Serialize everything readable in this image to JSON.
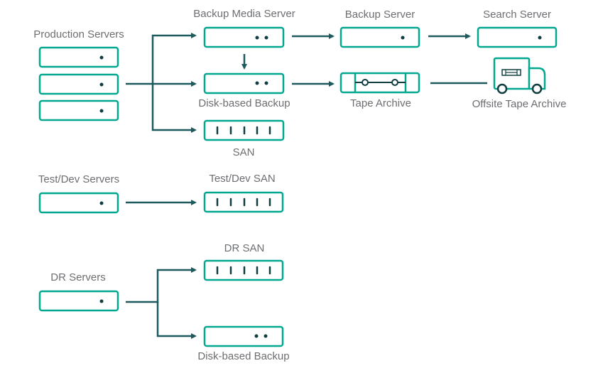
{
  "colors": {
    "teal": "#00a88f",
    "line": "#1d5a5e",
    "dark": "#0f3d40",
    "label": "#6d6e71"
  },
  "labels": {
    "production_servers": "Production Servers",
    "backup_media_server": "Backup Media Server",
    "backup_server": "Backup Server",
    "search_server": "Search Server",
    "disk_backup_top": "Disk-based Backup",
    "tape_archive": "Tape Archive",
    "offsite_tape_archive": "Offsite Tape Archive",
    "san": "SAN",
    "test_dev_servers": "Test/Dev Servers",
    "test_dev_san": "Test/Dev SAN",
    "dr_san": "DR SAN",
    "dr_servers": "DR Servers",
    "disk_backup_bottom": "Disk-based Backup"
  },
  "icons": {
    "server": "server-icon",
    "storage": "storage-array-icon",
    "tape": "tape-drive-icon",
    "truck": "truck-icon"
  }
}
